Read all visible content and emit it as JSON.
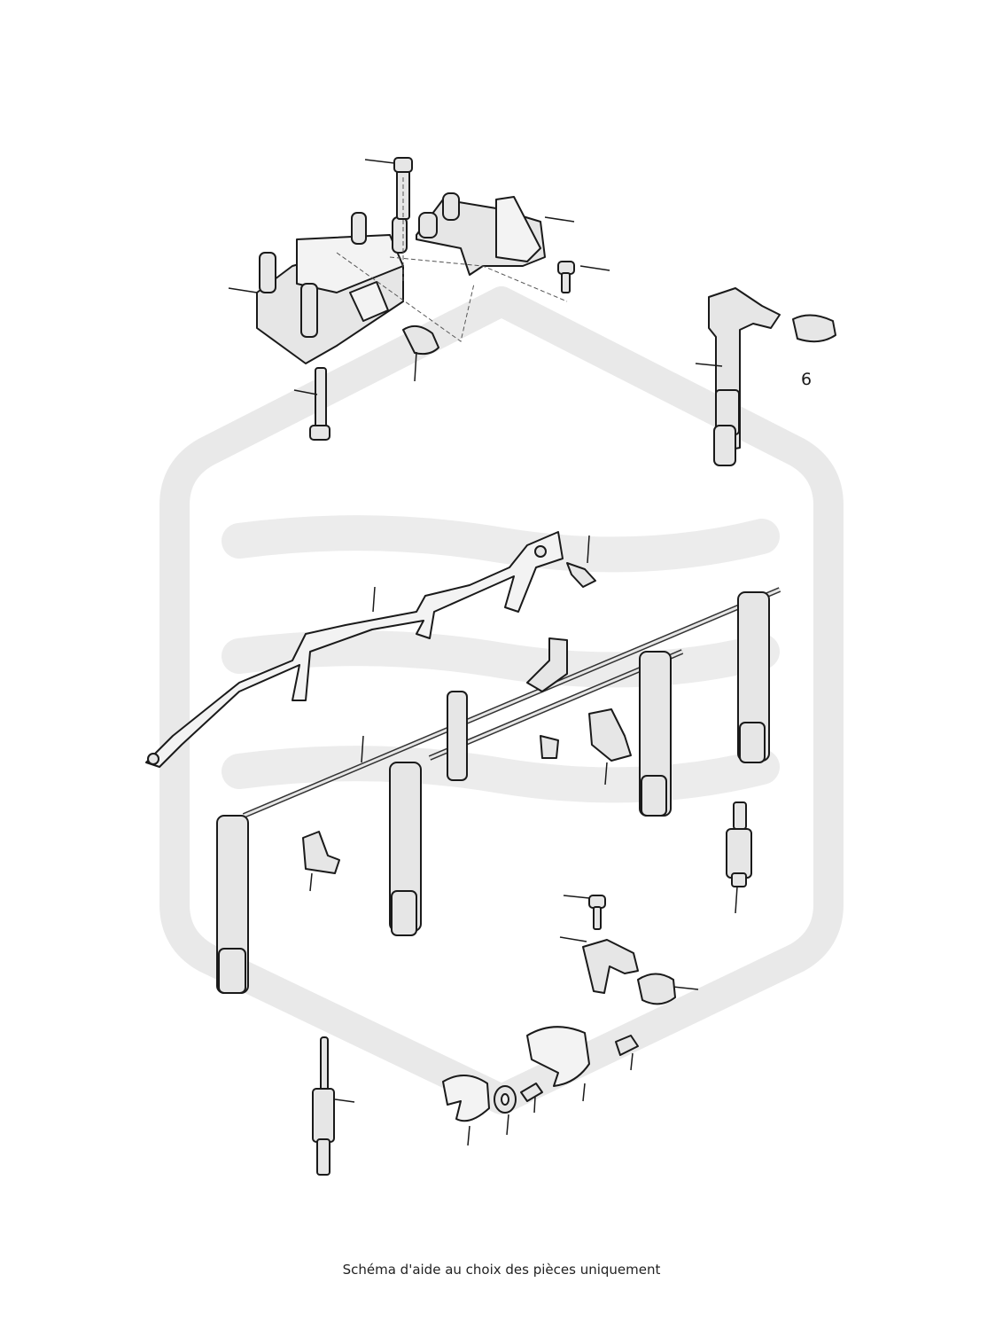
{
  "diagram": {
    "callouts": [
      {
        "id": "ignition-coil-connector",
        "label": "6"
      }
    ]
  },
  "caption": "Schéma d'aide au choix des pièces uniquement",
  "colors": {
    "line": "#1a1a1a",
    "part_fill": "#e6e6e6",
    "watermark": "#e9e9e9",
    "background": "#ffffff"
  }
}
